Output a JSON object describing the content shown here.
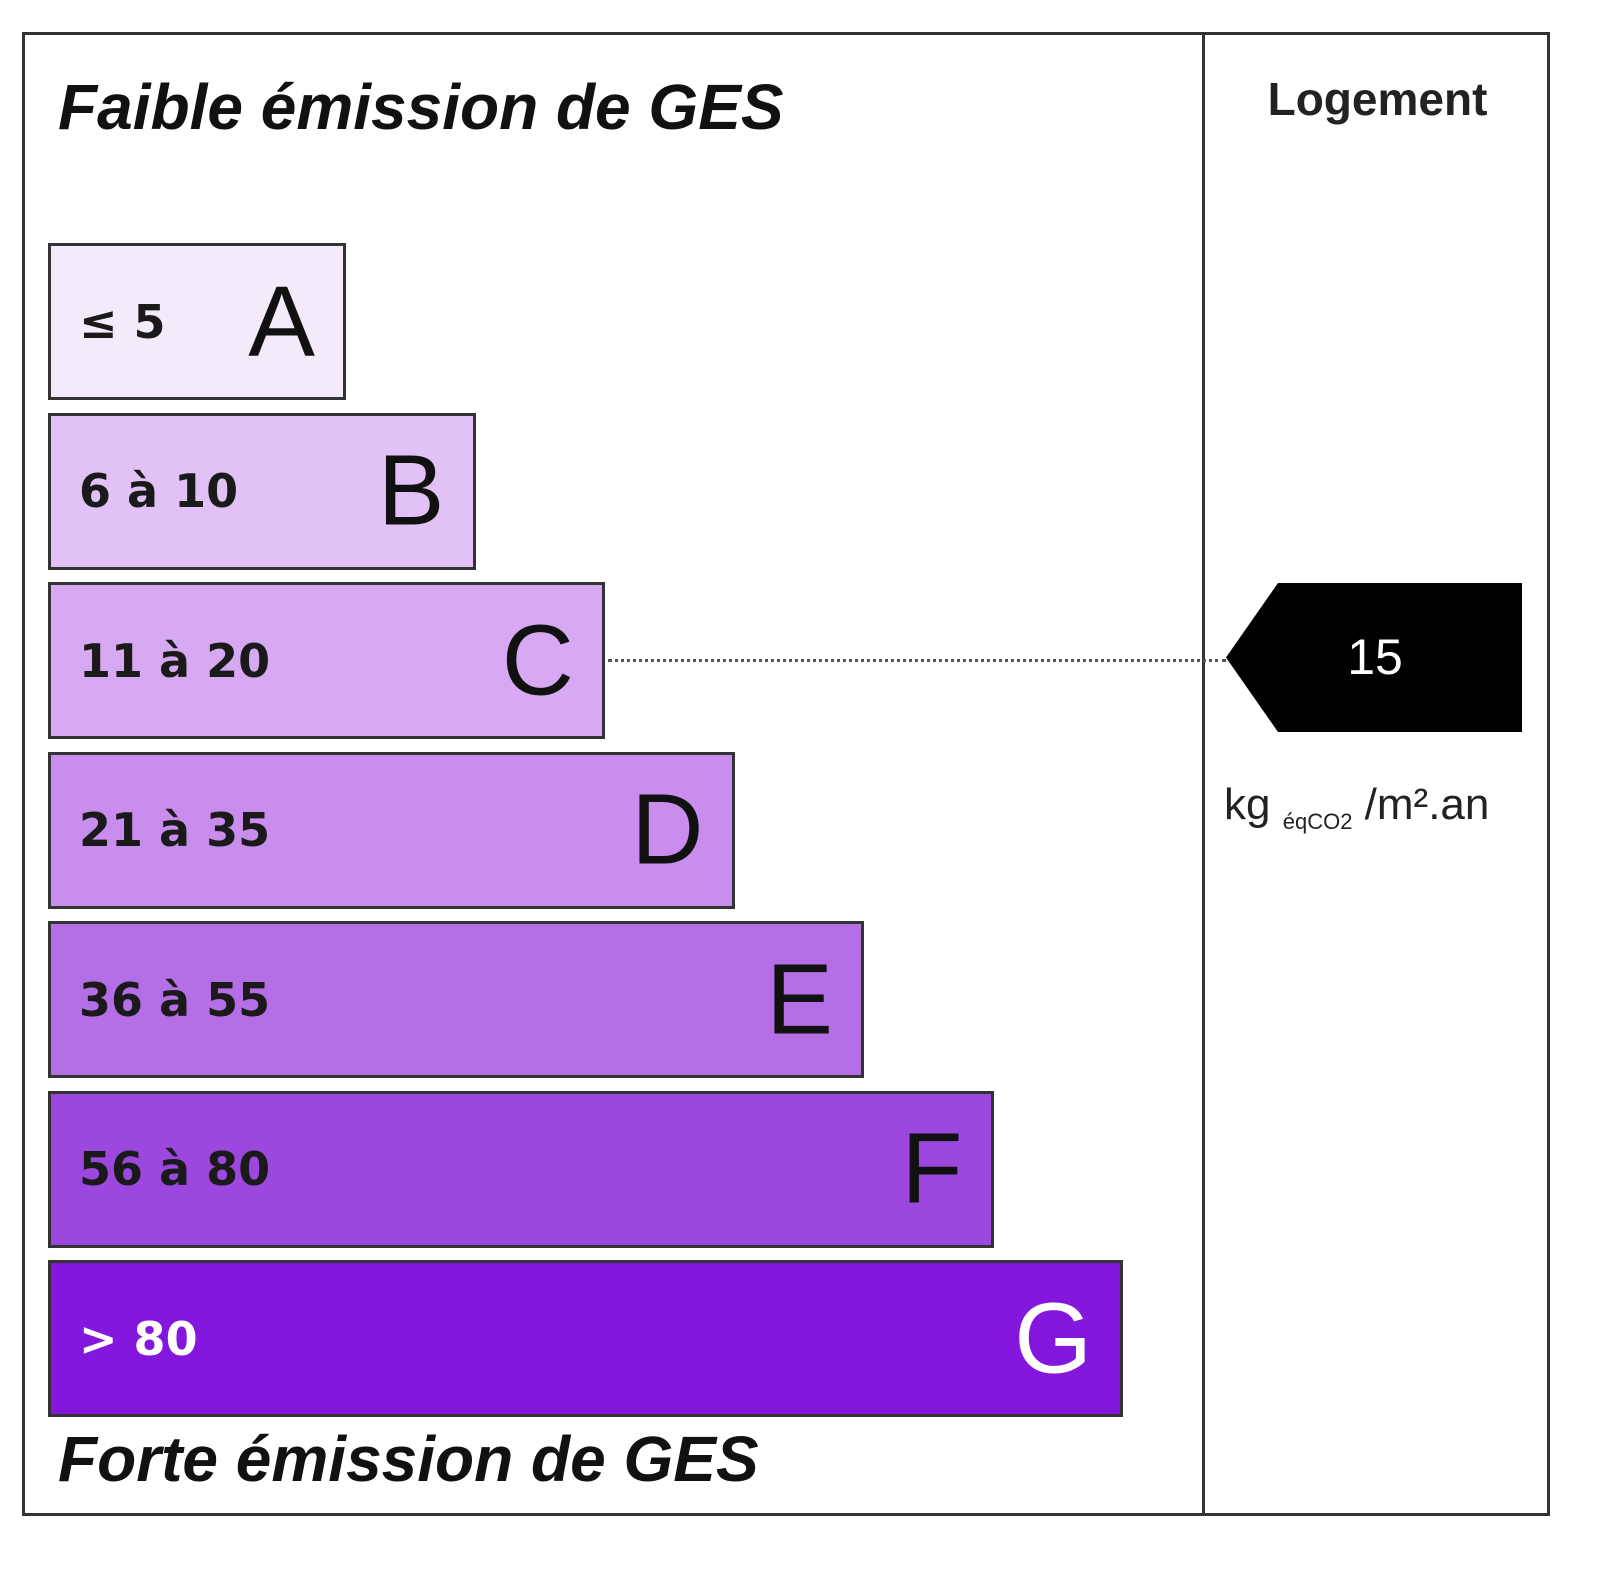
{
  "chart_data": {
    "type": "bar",
    "title_top": "Faible émission de GES",
    "title_bottom": "Forte émission de GES",
    "column_header": "Logement",
    "classes": [
      {
        "letter": "A",
        "range": "≤ 5",
        "color": "#f3ebf9",
        "text_color": "#1a1a1a"
      },
      {
        "letter": "B",
        "range": "6 à 10",
        "color": "#e2c2f6",
        "text_color": "#1a1a1a"
      },
      {
        "letter": "C",
        "range": "11 à 20",
        "color": "#d7a9f2",
        "text_color": "#1a1a1a"
      },
      {
        "letter": "D",
        "range": "21 à 35",
        "color": "#c98ded",
        "text_color": "#1a1a1a"
      },
      {
        "letter": "E",
        "range": "36 à 55",
        "color": "#b46ee6",
        "text_color": "#1a1a1a"
      },
      {
        "letter": "F",
        "range": "56 à 80",
        "color": "#9c48df",
        "text_color": "#1a1a1a"
      },
      {
        "letter": "G",
        "range": "> 80",
        "color": "#8417dd",
        "text_color": "#ffffff"
      }
    ],
    "value": "15",
    "value_class": "C",
    "unit_main": "kg",
    "unit_sub": "éqCO2",
    "unit_tail": "/m².an"
  }
}
